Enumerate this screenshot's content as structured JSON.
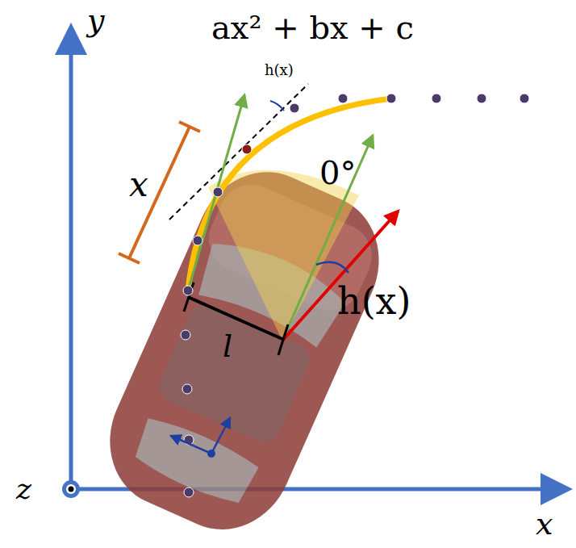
{
  "diagram": {
    "labels": [
      "y",
      "ax² + bx + c",
      "h(x)",
      "x",
      "0°",
      "h(x)",
      "l",
      "z",
      "x"
    ]
  }
}
